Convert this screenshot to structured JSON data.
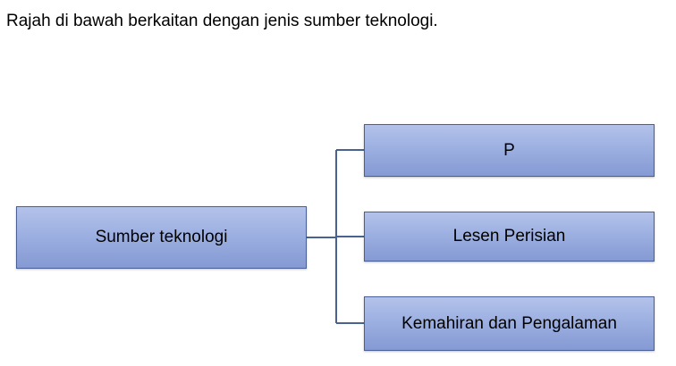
{
  "question": "Rajah di bawah berkaitan dengan jenis sumber teknologi.",
  "diagram": {
    "root": "Sumber teknologi",
    "children": [
      "P",
      "Lesen Perisian",
      "Kemahiran dan Pengalaman"
    ],
    "box_color": "#9aaee0",
    "line_color": "#4a6290"
  }
}
